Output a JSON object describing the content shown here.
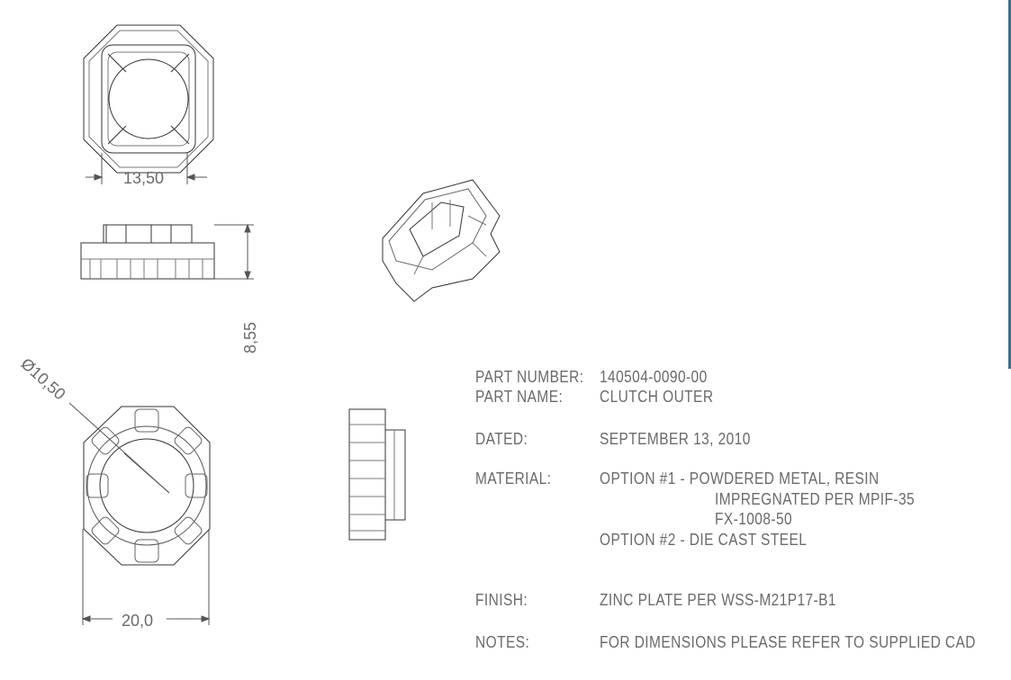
{
  "dimensions": {
    "top_width": "13,50",
    "side_height": "8,55",
    "bore_diameter": "Ø10,50",
    "outer_width": "20,0"
  },
  "title_block": {
    "part_number_label": "PART NUMBER:",
    "part_number": "140504-0090-00",
    "part_name_label": "PART NAME:",
    "part_name": "CLUTCH OUTER",
    "dated_label": "DATED:",
    "dated": "SEPTEMBER 13, 2010",
    "material_label": "MATERIAL:",
    "material_option1": "OPTION #1 - POWDERED METAL, RESIN",
    "material_option1_line2": "IMPREGNATED PER MPIF-35",
    "material_option1_line3": "FX-1008-50",
    "material_option2": "OPTION #2 - DIE CAST STEEL",
    "finish_label": "FINISH:",
    "finish": "ZINC PLATE PER WSS-M21P17-B1",
    "notes_label": "NOTES:",
    "notes": "FOR DIMENSIONS PLEASE REFER TO SUPPLIED CAD"
  }
}
